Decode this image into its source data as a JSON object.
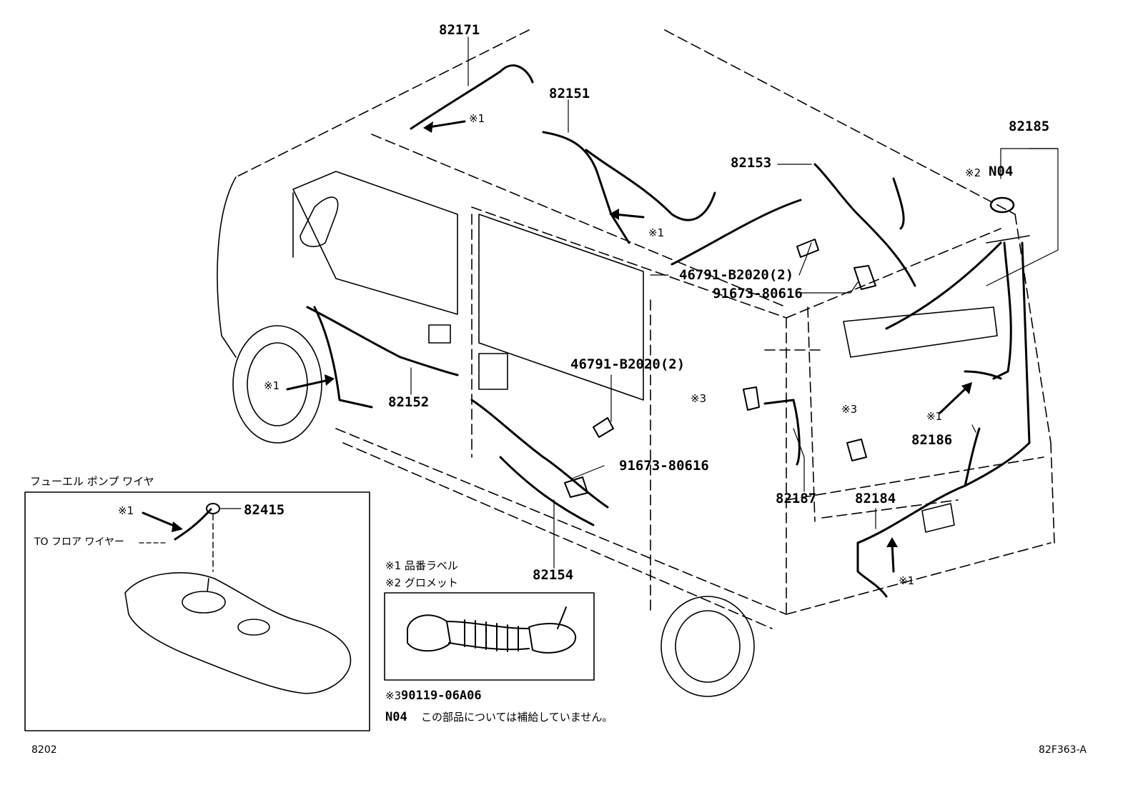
{
  "parts": {
    "p82171": "82171",
    "p82151": "82151",
    "p82153": "82153",
    "p82185": "82185",
    "p82152": "82152",
    "p82154": "82154",
    "p82187": "82187",
    "p82184": "82184",
    "p82186": "82186",
    "p82415": "82415",
    "p46791_a": "46791-B2020(2)",
    "p46791_b": "46791-B2020(2)",
    "p91673_a": "91673-80616",
    "p91673_b": "91673-80616",
    "n04": "N04"
  },
  "marks": {
    "m1_roof": "※1",
    "m1_82151": "※1",
    "m1_wheel": "※1",
    "m1_82186": "※1",
    "m1_82184": "※1",
    "m1_fuel": "※1",
    "m2_n04": "※2",
    "m3_left": "※3",
    "m3_right": "※3"
  },
  "fuel_inset": {
    "title": "フューエル ポンプ ワイヤ",
    "to_floor": "TO フロア ワイヤー"
  },
  "legend": {
    "l1": "※1 品番ラベル",
    "l2": "※2 グロメット",
    "l3_mark": "※3",
    "l3_code": "90119-06A06",
    "n04_code": "N04",
    "n04_text": "この部品については補給していません。"
  },
  "footer": {
    "page_ref": "8202",
    "fig_ref": "82F363-A"
  }
}
